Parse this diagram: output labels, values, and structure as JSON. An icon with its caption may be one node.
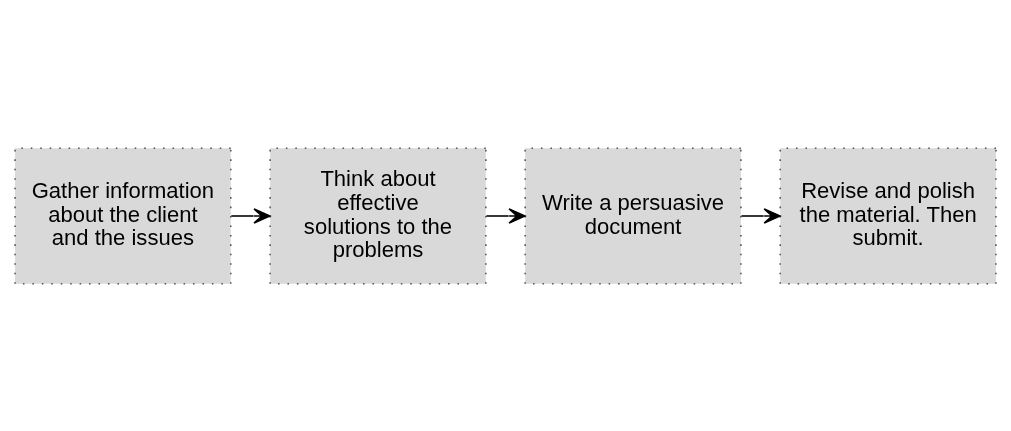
{
  "diagram": {
    "nodes": [
      {
        "text": [
          "Gather information about the client and the issues"
        ]
      },
      {
        "text": [
          "Think about effective solutions to the problems"
        ]
      },
      {
        "text": [
          "Write a persuasive document"
        ]
      },
      {
        "text": [
          "Revise and polish the material. Then submit."
        ]
      }
    ],
    "edges": [
      {
        "from": 0,
        "to": 1,
        "arrow": "to"
      },
      {
        "from": 1,
        "to": 2,
        "arrow": "to"
      },
      {
        "from": 2,
        "to": 3,
        "arrow": "to"
      }
    ]
  }
}
